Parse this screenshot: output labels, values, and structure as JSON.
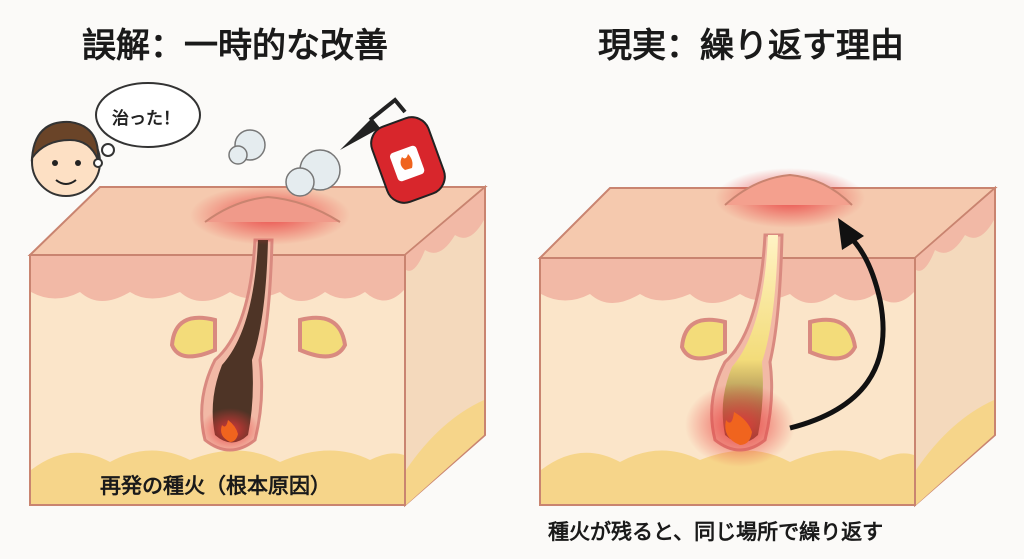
{
  "left_panel": {
    "title": "誤解：一時的な改善",
    "speech_bubble": "治った！",
    "caption": "再発の種火（根本原因）"
  },
  "right_panel": {
    "title": "現実：繰り返す理由",
    "caption": "種火が残ると、同じ場所で繰り返す"
  },
  "colors": {
    "epidermis": "#f2b9a6",
    "dermis": "#fbe5c9",
    "fat": "#f6d58a",
    "inflammation": "#e8393a",
    "extinguisher": "#d8262c"
  }
}
